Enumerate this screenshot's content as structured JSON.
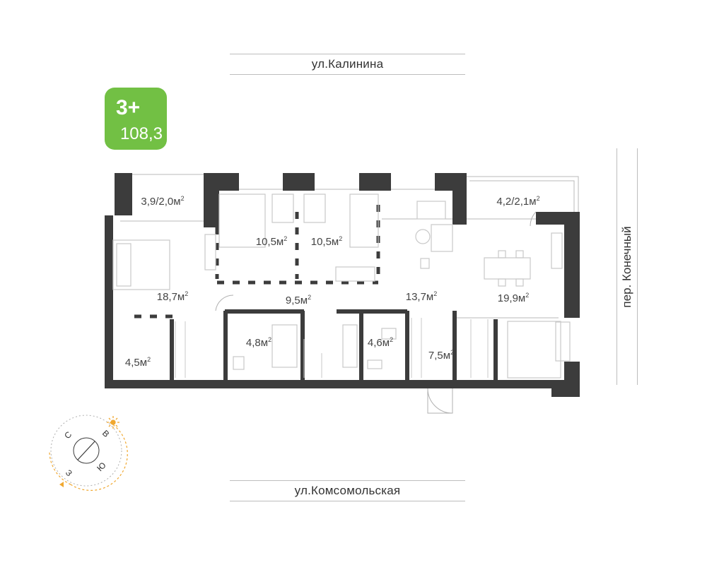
{
  "streets": {
    "top": "ул.Калинина",
    "bottom": "ул.Комсомольская",
    "right": "пер. Конечный"
  },
  "badge": {
    "rooms": "3+",
    "area": "108,3",
    "color": "#72c044"
  },
  "rooms": [
    {
      "id": "balcony-left",
      "area": "3,9/2,0м",
      "unit": "2"
    },
    {
      "id": "bedroom-1",
      "area": "10,5м",
      "unit": "2"
    },
    {
      "id": "bedroom-2",
      "area": "10,5м",
      "unit": "2"
    },
    {
      "id": "balcony-right",
      "area": "4,2/2,1м",
      "unit": "2"
    },
    {
      "id": "master-bedroom",
      "area": "18,7м",
      "unit": "2"
    },
    {
      "id": "hall",
      "area": "9,5м",
      "unit": "2"
    },
    {
      "id": "living",
      "area": "13,7м",
      "unit": "2"
    },
    {
      "id": "kitchen",
      "area": "19,9м",
      "unit": "2"
    },
    {
      "id": "bathroom-1",
      "area": "4,8м",
      "unit": "2"
    },
    {
      "id": "bathroom-2",
      "area": "4,6м",
      "unit": "2"
    },
    {
      "id": "entrance",
      "area": "7,5м",
      "unit": "2"
    },
    {
      "id": "wardrobe",
      "area": "4,5м",
      "unit": "2"
    }
  ],
  "compass": {
    "north": "С",
    "east": "В",
    "south": "Ю",
    "west": "З",
    "sun_color": "#f0a830",
    "icon": "sun-icon"
  },
  "colors": {
    "wall": "#3c3c3c",
    "accent": "#72c044"
  }
}
